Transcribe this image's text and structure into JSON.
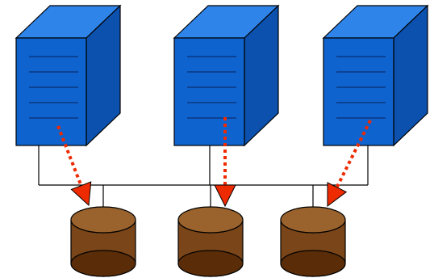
{
  "diagram": {
    "type": "storage-topology",
    "servers": [
      {
        "id": "server-1"
      },
      {
        "id": "server-2"
      },
      {
        "id": "server-3"
      }
    ],
    "disks": [
      {
        "id": "disk-1"
      },
      {
        "id": "disk-2"
      },
      {
        "id": "disk-3"
      }
    ],
    "links": [
      {
        "from": "server-1",
        "to": "disk-1",
        "style": "dotted-arrow"
      },
      {
        "from": "server-2",
        "to": "disk-2",
        "style": "dotted-arrow"
      },
      {
        "from": "server-3",
        "to": "disk-3",
        "style": "dotted-arrow"
      }
    ],
    "shared_bus": true
  },
  "colors": {
    "server_front": "#0f63cf",
    "server_top": "#2f84ea",
    "server_side": "#0b51ad",
    "server_outline": "#000000",
    "server_lines": "#0a2f70",
    "disk_body": "#7a4518",
    "disk_top": "#9a622c",
    "disk_bottom": "#5a2d08",
    "arrow": "#ee2a00",
    "bus_line": "#000000"
  }
}
